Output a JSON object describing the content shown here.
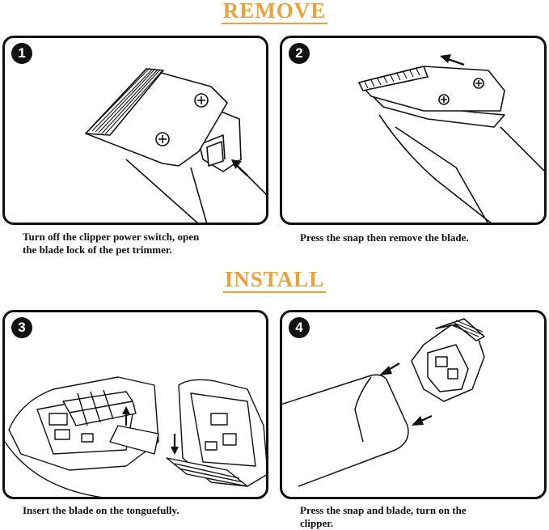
{
  "sections": {
    "remove": "REMOVE",
    "install": "INSTALL"
  },
  "steps": [
    {
      "number": "1",
      "caption_lines": [
        "Turn off the clipper power switch, open",
        "the blade lock of the pet trimmer."
      ]
    },
    {
      "number": "2",
      "caption_lines": [
        "Press the snap then remove the blade."
      ]
    },
    {
      "number": "3",
      "caption_lines": [
        "Insert the blade on the tonguefully."
      ]
    },
    {
      "number": "4",
      "caption_lines": [
        "Press the snap and blade, turn on the",
        "clipper."
      ]
    }
  ],
  "colors": {
    "heading": "#e8a33a",
    "line": "#111111"
  },
  "icons": [
    "arrow-icon",
    "screw-icon",
    "number-badge-icon"
  ]
}
